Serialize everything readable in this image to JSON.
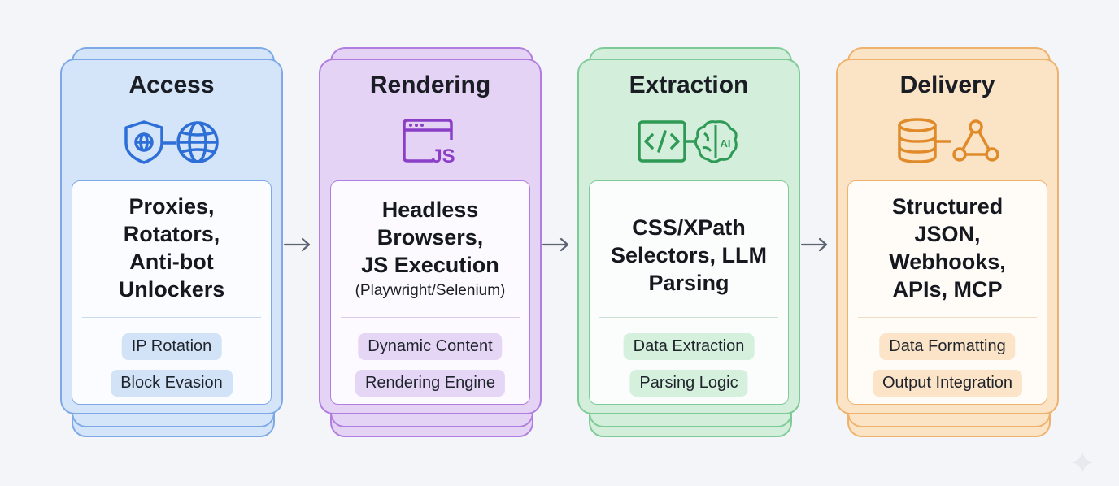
{
  "stages": [
    {
      "title": "Access",
      "icons": [
        "shield-globe-icon",
        "globe-icon"
      ],
      "main_lines": [
        "Proxies,",
        "Rotators,",
        "Anti-bot",
        "Unlockers"
      ],
      "tags": [
        "IP Rotation",
        "Block Evasion"
      ],
      "colors": {
        "fill": "#d4e5fa",
        "border": "#7fa9e6",
        "icon": "#2d6fd6",
        "tag": "#d3e3f7",
        "divider": "#c9d9ef"
      }
    },
    {
      "title": "Rendering",
      "icons": [
        "browser-js-icon"
      ],
      "icon_text": "JS",
      "main_lines": [
        "Headless",
        "Browsers,",
        "JS Execution"
      ],
      "sub": "(Playwright/Selenium)",
      "tags": [
        "Dynamic Content",
        "Rendering Engine"
      ],
      "colors": {
        "fill": "#e5d3f6",
        "border": "#b07ee0",
        "icon": "#8a3fc6",
        "tag": "#e6d6f6",
        "divider": "#dccbec"
      }
    },
    {
      "title": "Extraction",
      "icons": [
        "code-icon",
        "ai-brain-icon"
      ],
      "icon_text": "AI",
      "main_lines": [
        "CSS/XPath",
        "Selectors, LLM",
        "Parsing"
      ],
      "tags": [
        "Data Extraction",
        "Parsing Logic"
      ],
      "colors": {
        "fill": "#d3efdc",
        "border": "#7fcb97",
        "icon": "#2e9a55",
        "tag": "#d6f0de",
        "divider": "#c8e4d0"
      }
    },
    {
      "title": "Delivery",
      "icons": [
        "database-icon",
        "webhook-icon"
      ],
      "main_lines": [
        "Structured",
        "JSON,",
        "Webhooks,",
        "APIs, MCP"
      ],
      "tags": [
        "Data Formatting",
        "Output Integration"
      ],
      "colors": {
        "fill": "#fbe3c6",
        "border": "#efb26c",
        "icon": "#e08a2a",
        "tag": "#fbe4c8",
        "divider": "#f0dcc4"
      }
    }
  ],
  "arrows": [
    "arrow-icon",
    "arrow-icon",
    "arrow-icon"
  ],
  "arrow_color": "#5b6472"
}
